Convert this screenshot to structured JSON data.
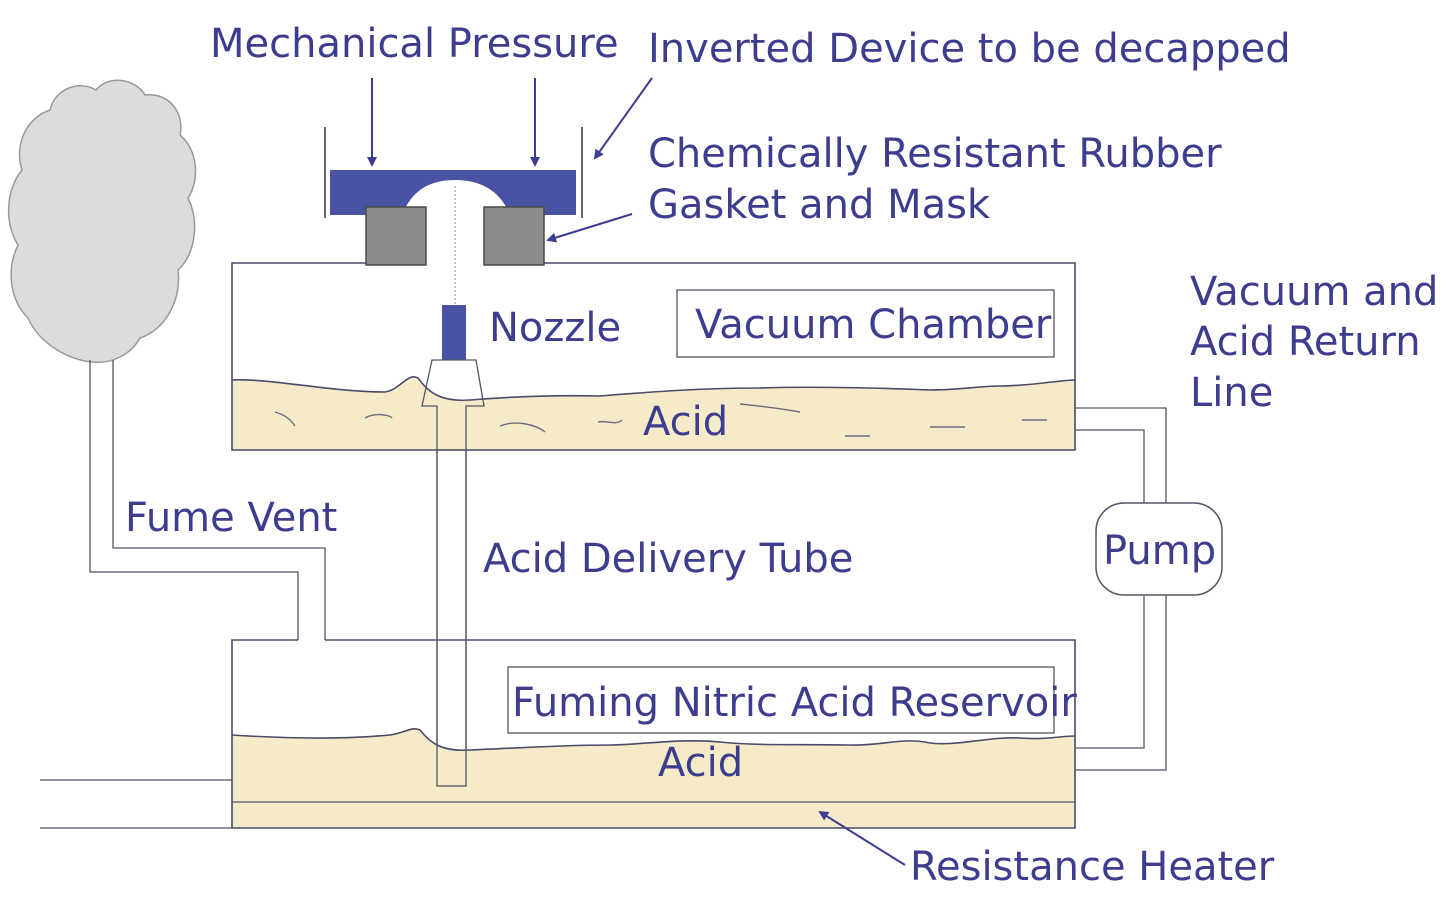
{
  "labels": {
    "mechanical_pressure": "Mechanical Pressure",
    "inverted_device": "Inverted Device to be decapped",
    "gasket_line1": "Chemically Resistant Rubber",
    "gasket_line2": "Gasket and Mask",
    "nozzle": "Nozzle",
    "vacuum_chamber": "Vacuum Chamber",
    "acid_upper": "Acid",
    "return_line1": "Vacuum and",
    "return_line2": "Acid Return",
    "return_line3": "Line",
    "fume_vent": "Fume Vent",
    "acid_delivery_tube": "Acid Delivery Tube",
    "pump": "Pump",
    "reservoir": "Fuming Nitric Acid Reservoir",
    "acid_lower": "Acid",
    "resistance_heater": "Resistance Heater"
  },
  "colors": {
    "text": "#3d3d8f",
    "device": "#4a52a3",
    "gasket": "#8c8c8c",
    "acid": "#f5ebc9",
    "smoke": "#dcdcdc",
    "lines": "#4a4a6a"
  }
}
